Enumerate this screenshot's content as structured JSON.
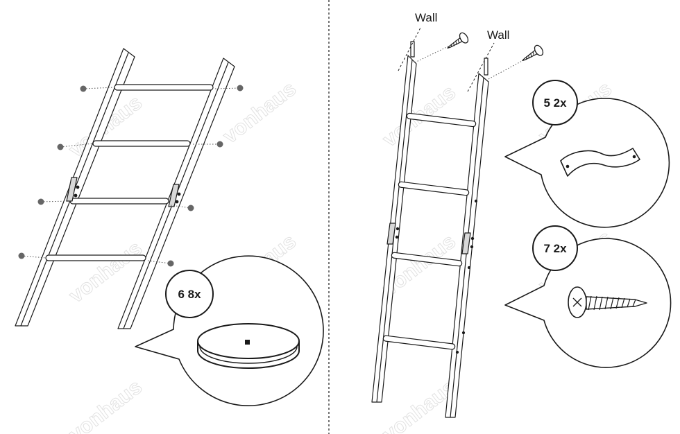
{
  "left_panel": {
    "callout": {
      "label": "6 8x"
    }
  },
  "right_panel": {
    "wall_labels": [
      "Wall",
      "Wall"
    ],
    "callout_bracket": {
      "label": "5 2x"
    },
    "callout_screw": {
      "label": "7 2x"
    }
  },
  "watermarks": [
    "vonhaus",
    "vonhaus",
    "vonhaus",
    "vonhaus",
    "vonhaus",
    "vonhaus",
    "vonhaus",
    "vonhaus",
    "vonhaus",
    "vonhaus"
  ],
  "colors": {
    "ink": "#1a1a1a",
    "dot": "#555555",
    "watermark": "#e2e2e2"
  }
}
